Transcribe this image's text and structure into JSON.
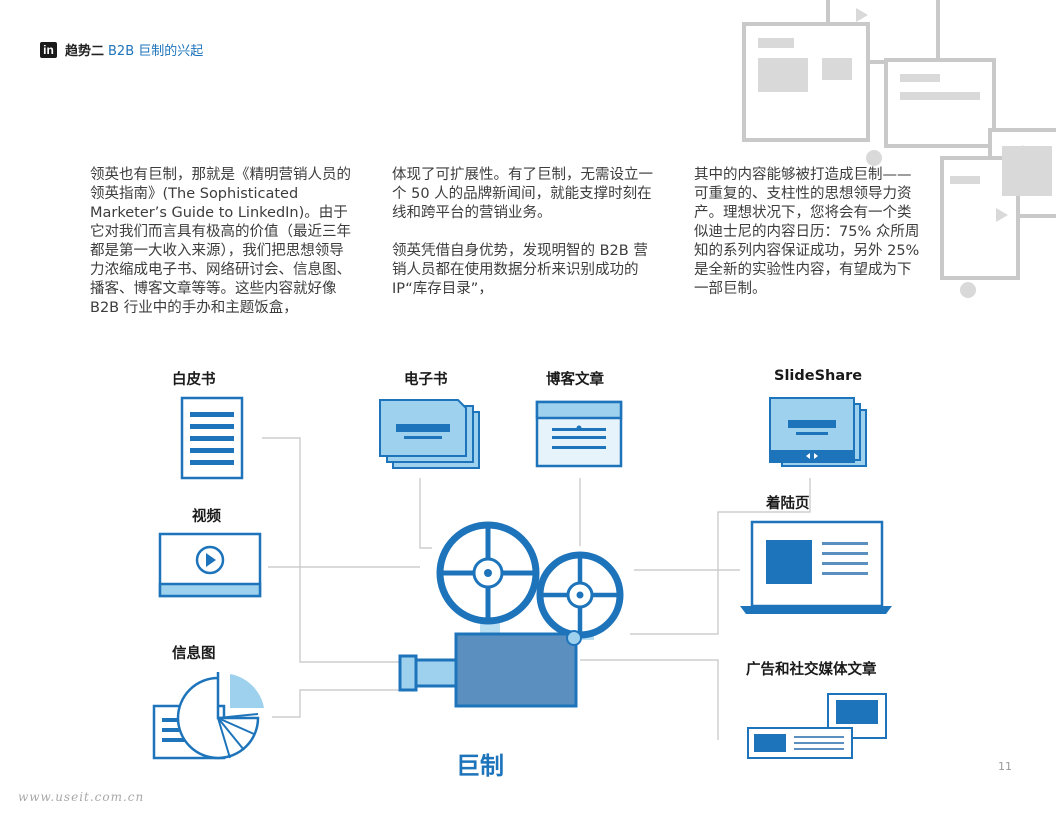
{
  "header": {
    "logo": "in",
    "section": "趋势二",
    "title": "B2B 巨制的兴起"
  },
  "columns": [
    [
      "领英也有巨制，那就是《精明营销人员的领英指南》(The Sophisticated Marketer’s Guide to LinkedIn)。由于它对我们而言具有极高的价值（最近三年都是第一大收入来源），我们把思想领导力浓缩成电子书、网络研讨会、信息图、播客、博客文章等等。这些内容就好像 B2B 行业中的手办和主题饭盒，"
    ],
    [
      "体现了可扩展性。有了巨制，无需设立一个 50 人的品牌新闻间，就能支撑时刻在线和跨平台的营销业务。",
      "领英凭借自身优势，发现明智的 B2B 营销人员都在使用数据分析来识别成功的 IP“库存目录”，"
    ],
    [
      "其中的内容能够被打造成巨制——可重复的、支柱性的思想领导力资产。理想状况下，您将会有一个类似迪士尼的内容日历：75% 众所周知的系列内容保证成功，另外 25% 是全新的实验性内容，有望成为下一部巨制。"
    ]
  ],
  "diagram": {
    "whitepaper": "白皮书",
    "ebook": "电子书",
    "blog": "博客文章",
    "slideshare": "SlideShare",
    "video": "视频",
    "landing": "着陆页",
    "infographic": "信息图",
    "ads": "广告和社交媒体文章",
    "center": "巨制"
  },
  "page_number": "11",
  "watermark": "www.useit.com.cn",
  "colors": {
    "blue": "#1e74bb",
    "light_blue": "#9dd1ee",
    "mid_blue": "#5a8fbf",
    "grey": "#c9c9c9"
  }
}
